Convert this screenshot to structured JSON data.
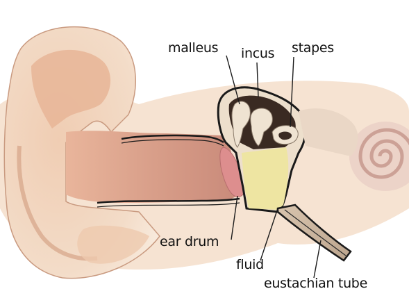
{
  "labels": {
    "malleus": "malleus",
    "incus": "incus",
    "stapes": "stapes",
    "ear_drum": "ear drum",
    "fluid": "fluid",
    "eustachian_tube": "eustachian tube"
  },
  "colors": {
    "skin_light": "#f4dcc6",
    "skin_mid": "#e8c0a0",
    "skin_dark": "#c98e72",
    "canal": "#d9a08a",
    "ear_drum": "#d98b8b",
    "fluid": "#efe6a6",
    "bone": "#ece0cf",
    "cavity": "#3c2a22",
    "outline": "#1a1a1a"
  }
}
